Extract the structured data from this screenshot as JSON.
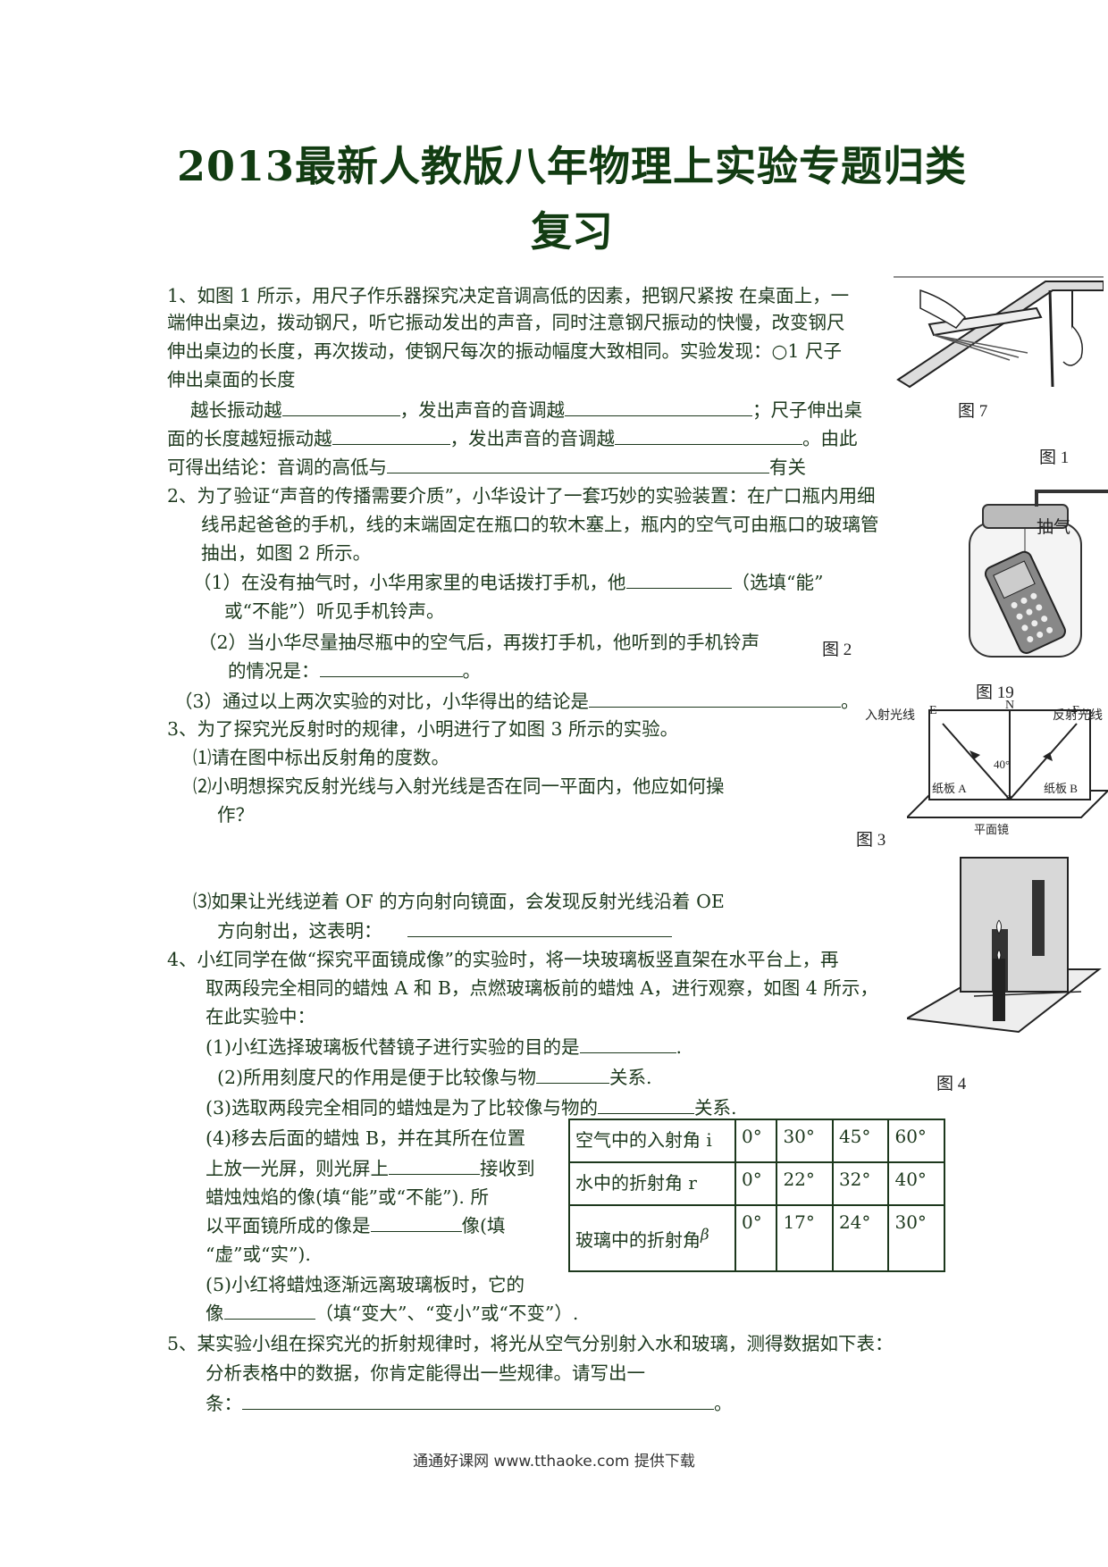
{
  "title": {
    "line1": "2013最新人教版八年物理上实验专题归类",
    "line2": "复习"
  },
  "q1": {
    "l1": "1、如图 1 所示，用尺子作乐器探究决定音调高低的因素，把钢尺紧按  在桌面上，一",
    "l2": "端伸出桌边，拨动钢尺，听它振动发出的声音，同时注意钢尺振动的快慢，改变钢尺",
    "l3": "伸出桌边的长度，再次拨动，使钢尺每次的振动幅度大致相同。实验发现：○1 尺子",
    "l4": "伸出桌面的长度",
    "l5a": "越长振动越",
    "l5b": "，发出声音的音调越",
    "l5c": "；尺子伸出桌",
    "l6a": "面的长度越短振动越",
    "l6b": "，发出声音的音调越",
    "l6c": "。由此",
    "l7a": "可得出结论：音调的高低与",
    "l7b": "有关"
  },
  "q2": {
    "l1": "2、为了验证“声音的传播需要介质”，小华设计了一套巧妙的实验装置：在广口瓶内用细",
    "l2": "线吊起爸爸的手机，线的末端固定在瓶口的软木塞上，瓶内的空气可由瓶口的玻璃管",
    "l3": "抽出，如图 2 所示。",
    "s1a": "（1）在没有抽气时，小华用家里的电话拨打手机，他",
    "s1b": "（选填“能”",
    "s1c": "或“不能”）听见手机铃声。",
    "s2a": "（2）当小华尽量抽尽瓶中的空气后，再拨打手机，他听到的手机铃声",
    "s2b": "的情况是：",
    "s2c": "。",
    "s3a": "（3）通过以上两次实验的对比，小华得出的结论是",
    "s3b": "。"
  },
  "q3": {
    "l1": "3、为了探究光反射时的规律，小明进行了如图 3 所示的实验。",
    "s1": "⑴请在图中标出反射角的度数。",
    "s2a": "⑵小明想探究反射光线与入射光线是否在同一平面内，他应如何操",
    "s2b": "作？",
    "s3a": "⑶如果让光线逆着 OF 的方向射向镜面，会发现反射光线沿着 OE",
    "s3b": "方向射出，这表明："
  },
  "q4": {
    "l1": "4、小红同学在做“探究平面镜成像”的实验时，将一块玻璃板竖直架在水平台上，再",
    "l2": "取两段完全相同的蜡烛 A 和 B，点燃玻璃板前的蜡烛 A，进行观察，如图 4 所示，",
    "l3": "在此实验中：",
    "s1a": "(1)小红选择玻璃板代替镜子进行实验的目的是",
    "s1b": ".",
    "s2a": "(2)所用刻度尺的作用是便于比较像与物",
    "s2b": "关系.",
    "s3a": "(3)选取两段完全相同的蜡烛是为了比较像与物的",
    "s3b": "关系.",
    "s4a": "(4)移去后面的蜡烛 B，并在其所在位置",
    "s4b": "上放一光屏，则光屏上",
    "s4c": "接收到",
    "s4d": "蜡烛烛焰的像(填“能”或“不能”). 所",
    "s4e": "以平面镜所成的像是",
    "s4f": "像(填",
    "s4g": "“虚”或“实”).",
    "s5a": "(5)小红将蜡烛逐渐远离玻璃板时，它的",
    "s5b": "像",
    "s5c": "（填“变大”、“变小”或“不变”）."
  },
  "q5": {
    "l1": "5、某实验小组在探究光的折射规律时，将光从空气分别射入水和玻璃，测得数据如下表：",
    "l2": "分析表格中的数据，你肯定能得出一些规律。请写出一",
    "l3a": "条：",
    "l3b": "。"
  },
  "table": {
    "rows": [
      {
        "label": "空气中的入射角 i",
        "v": [
          "0°",
          "30°",
          "45°",
          "60°"
        ]
      },
      {
        "label": "水中的折射角 r",
        "v": [
          "0°",
          "22°",
          "32°",
          "40°"
        ]
      },
      {
        "label": "玻璃中的折射角",
        "v": [
          "0°",
          "17°",
          "24°",
          "30°"
        ]
      }
    ],
    "beta": "β"
  },
  "captions": {
    "fig7": "图 7",
    "fig1": "图 1",
    "fig2": "图 2",
    "fig19": "图 19",
    "fig3": "图 3",
    "fig4": "图 4",
    "extract": "抽气",
    "incident": "入射光线",
    "reflected": "反射光线",
    "angle40": "40°",
    "boardA": "纸板 A",
    "boardB": "纸板 B",
    "mirror": "平面镜",
    "E": "E",
    "N": "N",
    "F": "F",
    "O": "o"
  },
  "footer": "通通好课网  www.tthaoke.com  提供下载"
}
